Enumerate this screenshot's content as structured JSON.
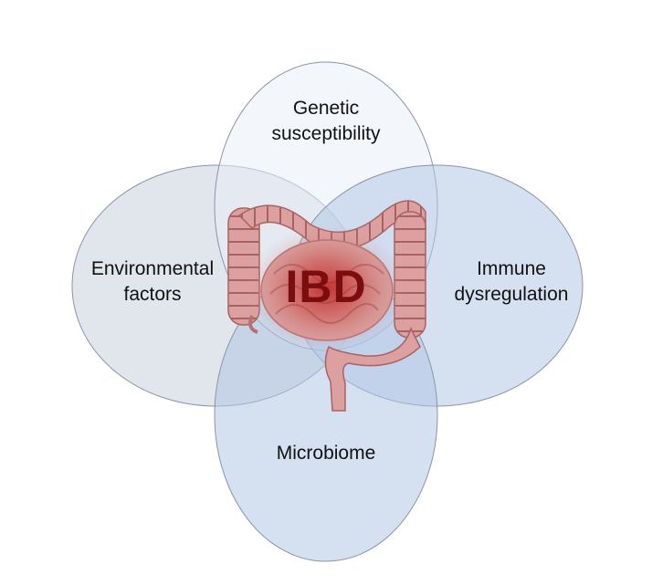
{
  "diagram": {
    "center": {
      "title": "IBD",
      "icon": "intestine-illustration",
      "color": "#7a0d0d"
    },
    "factors": {
      "genetic": {
        "lines": [
          "Genetic",
          "susceptibility"
        ],
        "color": "#e9eef8"
      },
      "environmental": {
        "lines": [
          "Environmental",
          "factors"
        ],
        "color": "#c8d0dc"
      },
      "immune": {
        "lines": [
          "Immune",
          "dysregulation"
        ],
        "color": "#b3c6e5"
      },
      "microbiome": {
        "lines": [
          "Microbiome"
        ],
        "color": "#b3c6e5"
      }
    },
    "colors": {
      "outline": "#8a94a6",
      "intestine": "#d99a9a",
      "intestine_shadow": "#b56f6f",
      "glow": "#b81e1e"
    }
  }
}
